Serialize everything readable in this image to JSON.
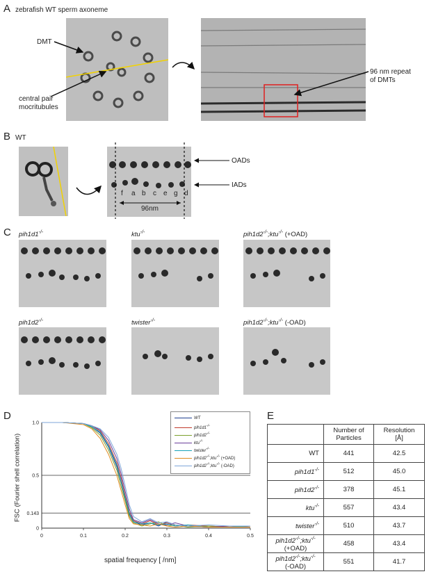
{
  "panels": {
    "a_letter": "A",
    "b_letter": "B",
    "c_letter": "C",
    "d_letter": "D",
    "e_letter": "E"
  },
  "panel_a": {
    "title": "zebrafish WT sperm axoneme",
    "dmt_label": "DMT",
    "central_pair_label_1": "central pair",
    "central_pair_label_2": "mocritubules",
    "repeat_label_1": "96 nm repeat",
    "repeat_label_2": "of DMTs"
  },
  "panel_b": {
    "title": "WT",
    "oad_label": "OADs",
    "iad_label": "IADs",
    "dynein_letters": [
      "f",
      "a",
      "b",
      "c",
      "e",
      "g",
      "d"
    ],
    "scale_label": "96nm"
  },
  "panel_c": {
    "labels": [
      {
        "base": "pih1d1",
        "sup": "-/-",
        "extra": ""
      },
      {
        "base": "ktu",
        "sup": "-/-",
        "extra": ""
      },
      {
        "base": "pih1d2",
        "sup": "-/-",
        "base2": ";ktu",
        "sup2": "-/-",
        "extra": " (+OAD)"
      },
      {
        "base": "pih1d2",
        "sup": "-/-",
        "extra": ""
      },
      {
        "base": "twister",
        "sup": "-/-",
        "extra": ""
      },
      {
        "base": "pih1d2",
        "sup": "-/-",
        "base2": ";ktu",
        "sup2": "-/-",
        "extra": " (-OAD)"
      }
    ]
  },
  "chart_data": {
    "type": "line",
    "xlabel": "spatial frequency [ /nm]",
    "ylabel": "FSC (Fourier shell correlation)",
    "xlim": [
      0,
      0.5
    ],
    "ylim": [
      0,
      1.0
    ],
    "x_ticks": [
      "0",
      "0.1",
      "0.2",
      "0.3",
      "0.4",
      "0.5"
    ],
    "y_ticks": [
      "0",
      "0.143",
      "0.5",
      "1.0"
    ],
    "reference_lines": [
      0.5,
      0.143
    ],
    "legend_position": "top-right",
    "x": [
      0,
      0.05,
      0.1,
      0.12,
      0.14,
      0.16,
      0.18,
      0.19,
      0.2,
      0.21,
      0.22,
      0.24,
      0.26,
      0.28,
      0.3,
      0.32,
      0.35,
      0.4,
      0.45,
      0.5
    ],
    "series": [
      {
        "name": "WT",
        "color": "#1f3f8f",
        "values": [
          1.0,
          1.0,
          0.99,
          0.96,
          0.9,
          0.77,
          0.58,
          0.44,
          0.28,
          0.13,
          0.06,
          0.03,
          0.05,
          0.02,
          0.06,
          0.03,
          0.02,
          0.01,
          0.02,
          0.01
        ]
      },
      {
        "name": "pih1d1",
        "sup": "-/-",
        "color": "#c0392b",
        "values": [
          1.0,
          1.0,
          0.99,
          0.97,
          0.92,
          0.8,
          0.62,
          0.48,
          0.31,
          0.15,
          0.07,
          0.04,
          0.07,
          0.03,
          0.05,
          0.02,
          0.03,
          0.02,
          0.01,
          0.01
        ]
      },
      {
        "name": "pih1d2",
        "sup": "-/-",
        "color": "#7aa02c",
        "values": [
          1.0,
          1.0,
          0.99,
          0.95,
          0.88,
          0.74,
          0.55,
          0.4,
          0.26,
          0.11,
          0.05,
          0.02,
          0.04,
          0.06,
          0.02,
          0.03,
          0.01,
          0.02,
          0.01,
          0.01
        ]
      },
      {
        "name": "ktu",
        "sup": "-/-",
        "color": "#6a3d9a",
        "values": [
          1.0,
          1.0,
          0.99,
          0.97,
          0.93,
          0.83,
          0.66,
          0.52,
          0.35,
          0.18,
          0.08,
          0.05,
          0.08,
          0.04,
          0.03,
          0.05,
          0.02,
          0.01,
          0.02,
          0.01
        ]
      },
      {
        "name": "twister",
        "sup": "-/-",
        "color": "#17a2b8",
        "values": [
          1.0,
          1.0,
          0.99,
          0.96,
          0.91,
          0.78,
          0.6,
          0.45,
          0.29,
          0.14,
          0.06,
          0.04,
          0.05,
          0.03,
          0.04,
          0.02,
          0.03,
          0.01,
          0.01,
          0.02
        ]
      },
      {
        "name": "pih1d2;ktu (+OAD)",
        "sup": "-/-",
        "color": "#e08a1e",
        "values": [
          1.0,
          1.0,
          0.98,
          0.94,
          0.85,
          0.7,
          0.5,
          0.36,
          0.22,
          0.09,
          0.04,
          0.03,
          0.02,
          0.04,
          0.02,
          0.01,
          0.02,
          0.01,
          0.01,
          0.01
        ]
      },
      {
        "name": "pih1d2;ktu (-OAD)",
        "sup": "-/-",
        "color": "#7ea6d8",
        "values": [
          1.0,
          1.0,
          0.99,
          0.97,
          0.94,
          0.86,
          0.7,
          0.57,
          0.4,
          0.22,
          0.11,
          0.06,
          0.09,
          0.05,
          0.06,
          0.03,
          0.02,
          0.03,
          0.02,
          0.02
        ]
      }
    ]
  },
  "legend_labels": [
    {
      "base": "WT",
      "sup": "",
      "tail": ""
    },
    {
      "base": "pih1d1",
      "sup": "-/-",
      "tail": ""
    },
    {
      "base": "pih1d2",
      "sup": "-/-",
      "tail": ""
    },
    {
      "base": "ktu",
      "sup": "-/-",
      "tail": ""
    },
    {
      "base": "twister",
      "sup": "-/-",
      "tail": ""
    },
    {
      "base": "pih1d2",
      "sup": "-/-",
      "mid": ";ktu",
      "sup2": "-/-",
      "tail": " (+OAD)"
    },
    {
      "base": "pih1d2",
      "sup": "-/-",
      "mid": ";ktu",
      "sup2": "-/-",
      "tail": " (-OAD)"
    }
  ],
  "table": {
    "header_particles": [
      "Number of",
      "Particles"
    ],
    "header_resolution": [
      "Resolution",
      "[Å]"
    ],
    "rows": [
      {
        "name": "WT",
        "sup": "",
        "particles": "441",
        "resolution": "42.5"
      },
      {
        "name": "pih1d1",
        "sup": "-/-",
        "particles": "512",
        "resolution": "45.0"
      },
      {
        "name": "pih1d2",
        "sup": "-/-",
        "particles": "378",
        "resolution": "45.1"
      },
      {
        "name": "ktu",
        "sup": "-/-",
        "particles": "557",
        "resolution": "43.4"
      },
      {
        "name": "twister",
        "sup": "-/-",
        "particles": "510",
        "resolution": "43.7"
      },
      {
        "name": "pih1d2",
        "sup": "-/-",
        "name2": ";ktu",
        "sup2": "-/-",
        "tail": "(+OAD)",
        "particles": "458",
        "resolution": "43.4"
      },
      {
        "name": "pih1d2",
        "sup": "-/-",
        "name2": ";ktu",
        "sup2": "-/-",
        "tail": "(-OAD)",
        "particles": "551",
        "resolution": "41.7"
      }
    ]
  }
}
